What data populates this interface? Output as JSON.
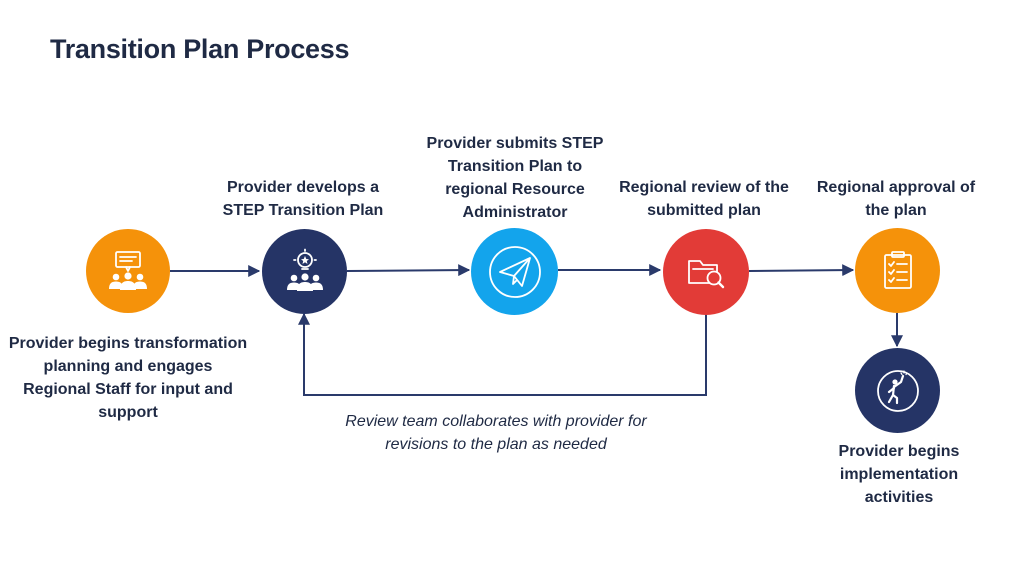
{
  "title": "Transition Plan Process",
  "colors": {
    "orange": "#F5920A",
    "navy": "#253466",
    "blue": "#13A4EC",
    "red": "#E23B37",
    "line": "#2A3A6B"
  },
  "steps": [
    {
      "label": "Provider begins transformation planning and engages Regional Staff for input and support",
      "icon": "presentation-group-icon"
    },
    {
      "label": "Provider develops a STEP Transition Plan",
      "icon": "idea-team-icon"
    },
    {
      "label": "Provider submits STEP Transition Plan to regional Resource Administrator",
      "icon": "paper-plane-icon"
    },
    {
      "label": "Regional review of the submitted plan",
      "icon": "folder-search-icon"
    },
    {
      "label": "Regional approval of the plan",
      "icon": "checklist-icon"
    },
    {
      "label": "Provider begins implementation activities",
      "icon": "person-celebrating-icon"
    }
  ],
  "feedback_loop": {
    "caption": "Review team collaborates with provider for revisions to the plan as needed"
  }
}
